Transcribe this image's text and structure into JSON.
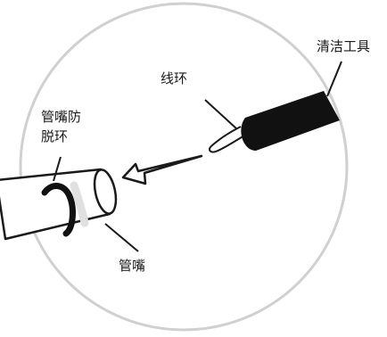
{
  "labels": {
    "cleaning_tool": "清洁工具",
    "wire_loop": "线环",
    "nozzle_retainer_line1": "管嘴防",
    "nozzle_retainer_line2": "脱环",
    "nozzle": "管嘴"
  },
  "colors": {
    "circle_outline": "#d0d0d0",
    "ink": "#1a1a1a",
    "tool_body": "#111111",
    "ring_band": "#e0e0e0"
  }
}
